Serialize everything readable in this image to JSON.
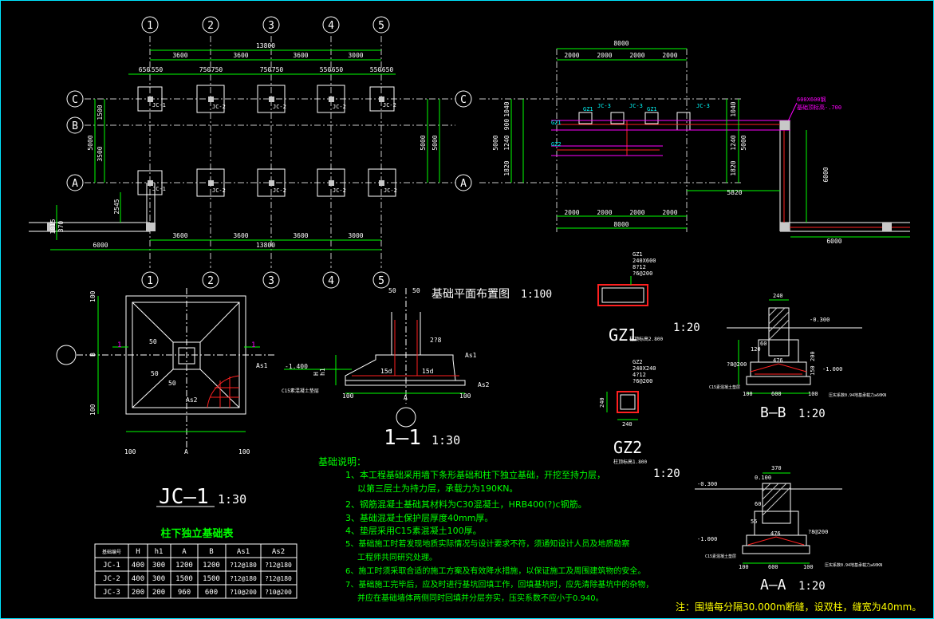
{
  "plan": {
    "title": "基础平面布置图",
    "scale": "1:100",
    "axes_num": [
      "1",
      "2",
      "3",
      "4",
      "5"
    ],
    "axes_letter": [
      "C",
      "B",
      "A"
    ],
    "dims_top": [
      "3600",
      "3600",
      "3600",
      "3000"
    ],
    "dims_total": "13800",
    "dims_pad_top": [
      "650",
      "550",
      "750",
      "750",
      "750",
      "750",
      "550",
      "650",
      "550",
      "650"
    ],
    "dim_left_total": "5000",
    "dim_left_parts": [
      "1500",
      "3500"
    ],
    "dim_right_total": "5000",
    "jc_labels": [
      "JC-1",
      "JC-2",
      "JC-2",
      "JC-2",
      "JC-2",
      "JC-2",
      "JC-2",
      "JC-2",
      "JC-1",
      "JC-2"
    ],
    "bottom_left": "6000",
    "left_small": [
      "2545",
      "370",
      "1015"
    ]
  },
  "right_plan": {
    "top_total": "8000",
    "top_parts": [
      "2000",
      "2000",
      "2000",
      "2000"
    ],
    "bot_parts": [
      "2000",
      "2000",
      "2000",
      "2000"
    ],
    "bot_total": "8000",
    "side_dims": [
      "1040",
      "900",
      "1240",
      "1820"
    ],
    "side_total": "5000",
    "right_total": "5000",
    "right_dims": [
      "1040",
      "1240",
      "1820"
    ],
    "h_5820": "5820",
    "h_6000": "6000",
    "v_6000": "6000",
    "note": "600X600钢",
    "note2": "基础顶标高-.700",
    "gz_labels": [
      "GZ1",
      "JC-3",
      "JC-3",
      "GZ1",
      "JC-3",
      "GZ2",
      "GZ1"
    ]
  },
  "jc1": {
    "title": "JC—1",
    "scale": "1:30",
    "dims_side": [
      "100",
      "B",
      "100"
    ],
    "dims_bot": [
      "100",
      "A",
      "100"
    ],
    "labels": [
      "50",
      "50",
      "50",
      "As1",
      "As2",
      "1",
      "1"
    ]
  },
  "sec11": {
    "title": "1—1",
    "scale": "1:30",
    "labels": [
      "50",
      "50",
      "2?8",
      "As1",
      "15d",
      "15d",
      "As2",
      "H",
      "h1",
      "C15素混凝土垫层",
      "100",
      "100",
      "-1.400",
      "A"
    ]
  },
  "gz1": {
    "title": "GZ1",
    "scale": "1:20",
    "spec": [
      "GZ1",
      "240X600",
      "8?12",
      "?6@200"
    ],
    "note": "柱顶标高2.800"
  },
  "gz2": {
    "title": "GZ2",
    "scale": "1:20",
    "spec": [
      "GZ2",
      "240X240",
      "4?12",
      "?6@200"
    ],
    "note": "柱顶标高1.800",
    "dims": [
      "240",
      "240"
    ]
  },
  "secBB": {
    "title": "B—B",
    "scale": "1:20",
    "labels": [
      "240",
      "-0.300",
      "120",
      "60",
      "476",
      "?8@200",
      "200",
      "150",
      "-1.000",
      "C15素混凝土垫层",
      "100",
      "600",
      "100",
      "压实系数0.94地基承载力≥60KN"
    ]
  },
  "secAA": {
    "title": "A—A",
    "scale": "1:20",
    "labels": [
      "370",
      "0.100",
      "-0.300",
      "60",
      "55",
      "476",
      "?8@200",
      "-1.000",
      "C15素混凝土垫层",
      "100",
      "600",
      "100",
      "压实系数0.94地基承载力≥60KN"
    ]
  },
  "table": {
    "title": "柱下独立基础表",
    "headers": [
      "基础编号",
      "H",
      "h1",
      "A",
      "B",
      "As1",
      "As2"
    ],
    "rows": [
      [
        "JC-1",
        "400",
        "300",
        "1200",
        "1200",
        "?12@180",
        "?12@180"
      ],
      [
        "JC-2",
        "400",
        "300",
        "1500",
        "1500",
        "?12@180",
        "?12@180"
      ],
      [
        "JC-3",
        "200",
        "200",
        "960",
        "600",
        "?10@200",
        "?10@200"
      ]
    ]
  },
  "notes": {
    "heading": "基础说明：",
    "lines": [
      "1、本工程基础采用墙下条形基础和柱下独立基础，开挖至持力层，",
      "以第三层土为持力层，承载力为190KN。",
      "2、钢筋混凝土基础其材料为C30混凝土，HRB400(?)c钢筋。",
      "3、基础混凝土保护层厚度40mm厚。",
      "4、垫层采用C15素混凝土100厚。",
      "5、基础施工时若发现地质实际情况与设计要求不符，须通知设计人员及地质勘察",
      "工程师共同研究处理。",
      "6、施工时须采取合适的施工方案及有效降水措施，以保证施工及周围建筑物的安全。",
      "7、基础施工完毕后，应及时进行基坑回填工作，回填基坑时，应先清除基坑中的杂物，",
      "并应在基础墙体两侧同时回填并分层夯实，压实系数不应小于0.940。"
    ],
    "footer": "注：围墙每分隔30.000m断缝，设双柱，缝宽为40mm。"
  },
  "colors": {
    "green": "#00ff00",
    "white": "#ffffff",
    "yellow": "#ffff00",
    "red": "#ff2020",
    "cyan": "#00ffff",
    "magenta": "#ff00ff",
    "bg": "#000000"
  }
}
